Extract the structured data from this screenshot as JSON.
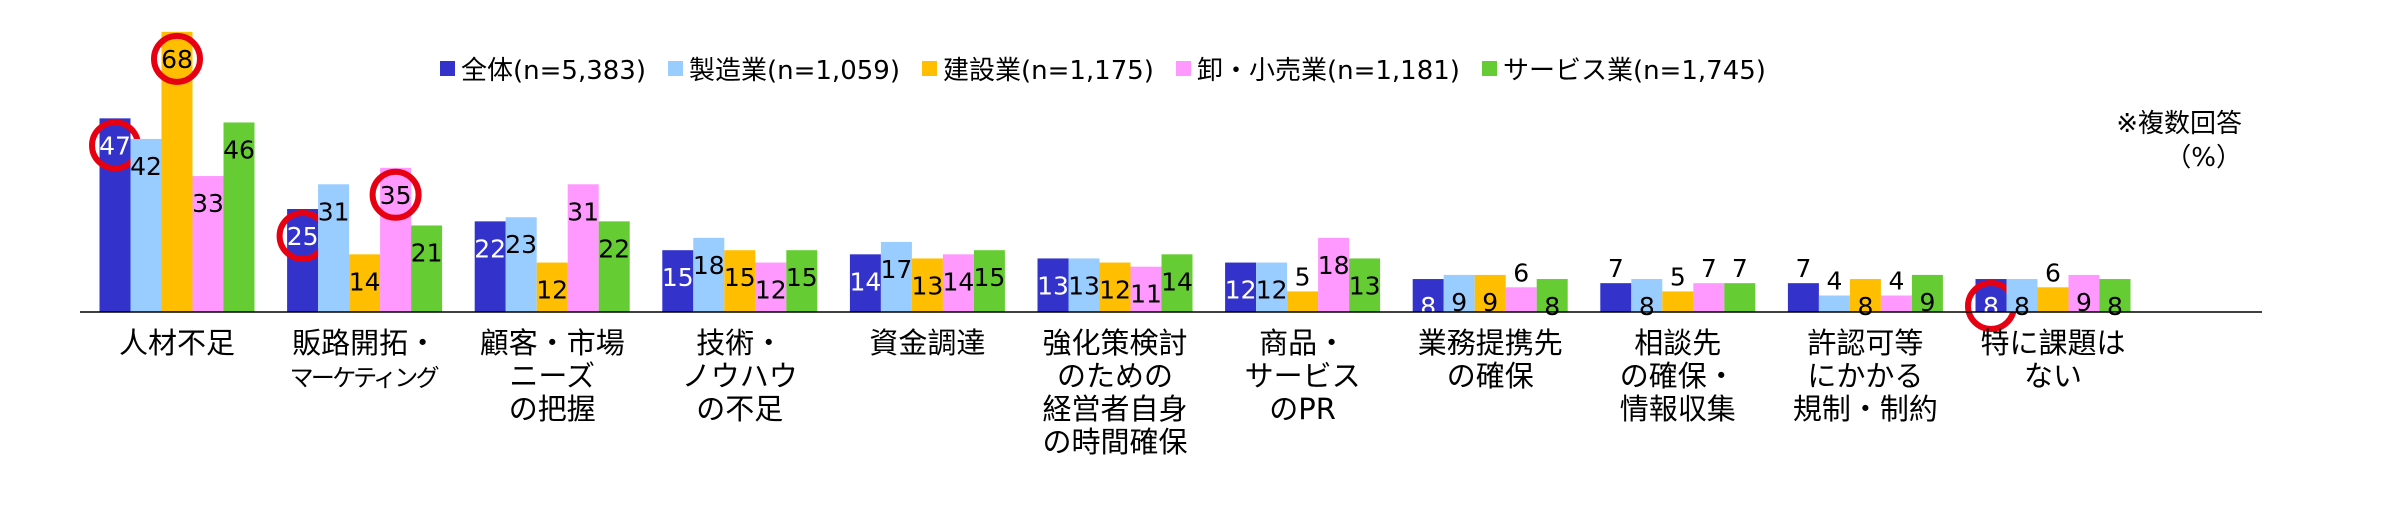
{
  "legend_swatch_colors": [
    "#3333cc",
    "#99ccff",
    "#ffbf00",
    "#ff99ff",
    "#66cc33"
  ],
  "note": {
    "line1": "※複数回答",
    "line2": "（%）"
  },
  "chart_data": {
    "type": "bar",
    "categories": [
      [
        "人材不足"
      ],
      [
        "販路開拓・",
        "マーケティング"
      ],
      [
        "顧客・市場",
        "ニーズ",
        "の把握"
      ],
      [
        "技術・",
        "ノウハウ",
        "の不足"
      ],
      [
        "資金調達"
      ],
      [
        "強化策検討",
        "のための",
        "経営者自身",
        "の時間確保"
      ],
      [
        "商品・",
        "サービス",
        "のPR"
      ],
      [
        "業務提携先",
        "の確保"
      ],
      [
        "相談先",
        "の確保・",
        "情報収集"
      ],
      [
        "許認可等",
        "にかかる",
        "規制・制約"
      ],
      [
        "特に課題は",
        "ない"
      ]
    ],
    "series": [
      {
        "name": "全体(n=5,383)",
        "color": "#3333cc",
        "values": [
          47,
          25,
          22,
          15,
          14,
          13,
          12,
          8,
          7,
          7,
          8
        ]
      },
      {
        "name": "製造業(n=1,059)",
        "color": "#99ccff",
        "values": [
          42,
          31,
          23,
          18,
          17,
          13,
          12,
          9,
          8,
          4,
          8
        ]
      },
      {
        "name": "建設業(n=1,175)",
        "color": "#ffbf00",
        "values": [
          68,
          14,
          12,
          15,
          13,
          12,
          5,
          9,
          5,
          8,
          6
        ]
      },
      {
        "name": "卸・小売業(n=1,181)",
        "color": "#ff99ff",
        "values": [
          33,
          35,
          31,
          12,
          14,
          11,
          18,
          6,
          7,
          4,
          9
        ]
      },
      {
        "name": "サービス業(n=1,745)",
        "color": "#66cc33",
        "values": [
          46,
          21,
          22,
          15,
          15,
          14,
          13,
          8,
          7,
          9,
          8
        ]
      }
    ],
    "highlighted": [
      {
        "series": 0,
        "category": 0
      },
      {
        "series": 2,
        "category": 0
      },
      {
        "series": 0,
        "category": 1
      },
      {
        "series": 3,
        "category": 1
      },
      {
        "series": 0,
        "category": 10
      }
    ],
    "ylim": [
      0,
      70
    ],
    "grid": false,
    "legend_position": "top"
  }
}
